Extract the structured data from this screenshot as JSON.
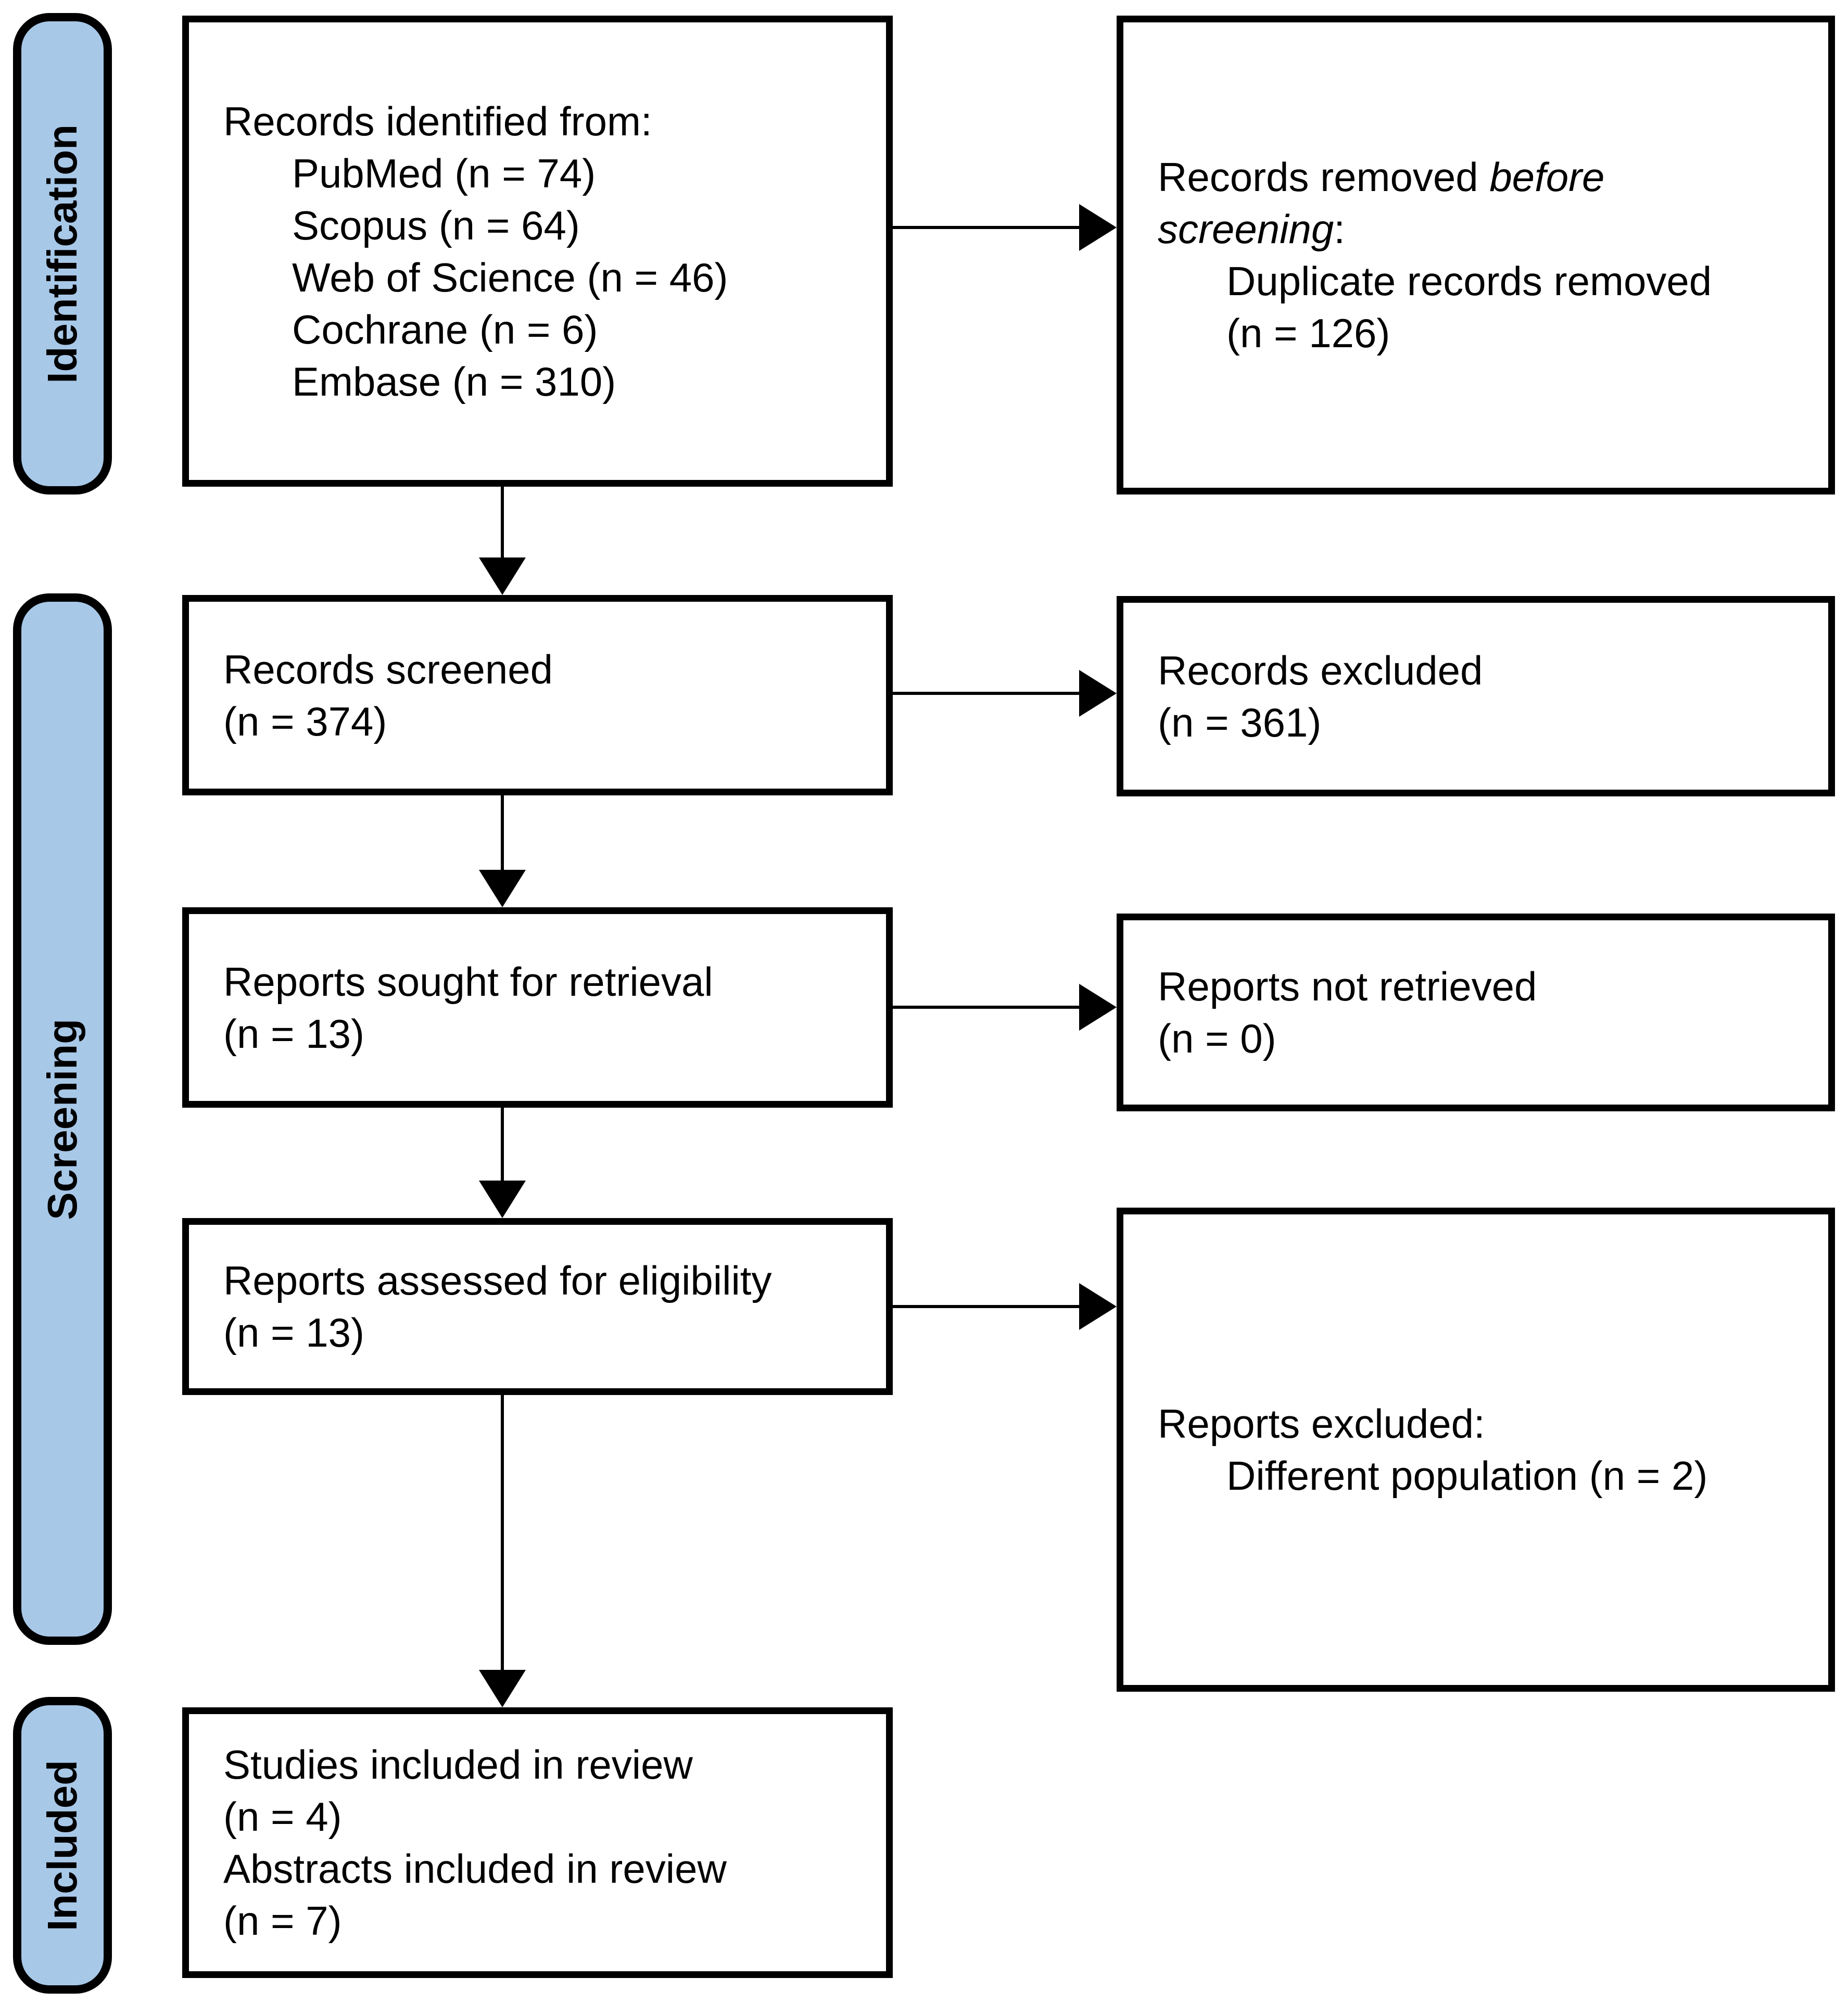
{
  "colors": {
    "stage_fill": "#A8C8E8",
    "outline": "#000000",
    "box_fill": "#FFFFFF",
    "text": "#000000"
  },
  "stages": [
    {
      "label": "Identification"
    },
    {
      "label": "Screening"
    },
    {
      "label": "Included"
    }
  ],
  "boxes": {
    "identified": {
      "lines": [
        {
          "indent": false,
          "runs": [
            {
              "text": "Records identified from:",
              "italic": false
            }
          ]
        },
        {
          "indent": true,
          "runs": [
            {
              "text": "PubMed (n = 74)",
              "italic": false
            }
          ]
        },
        {
          "indent": true,
          "runs": [
            {
              "text": "Scopus (n = 64)",
              "italic": false
            }
          ]
        },
        {
          "indent": true,
          "runs": [
            {
              "text": "Web of Science (n = 46)",
              "italic": false
            }
          ]
        },
        {
          "indent": true,
          "runs": [
            {
              "text": "Cochrane (n = 6)",
              "italic": false
            }
          ]
        },
        {
          "indent": true,
          "runs": [
            {
              "text": "Embase (n = 310)",
              "italic": false
            }
          ]
        }
      ]
    },
    "removed": {
      "lines": [
        {
          "indent": false,
          "runs": [
            {
              "text": "Records removed ",
              "italic": false
            },
            {
              "text": "before",
              "italic": true
            }
          ]
        },
        {
          "indent": false,
          "runs": [
            {
              "text": "screening",
              "italic": true
            },
            {
              "text": ":",
              "italic": false
            }
          ]
        },
        {
          "indent": true,
          "runs": [
            {
              "text": "Duplicate records removed",
              "italic": false
            }
          ]
        },
        {
          "indent": true,
          "runs": [
            {
              "text": "(n = 126)",
              "italic": false
            }
          ]
        }
      ]
    },
    "screened": {
      "lines": [
        {
          "indent": false,
          "runs": [
            {
              "text": "Records screened",
              "italic": false
            }
          ]
        },
        {
          "indent": false,
          "runs": [
            {
              "text": "(n = 374)",
              "italic": false
            }
          ]
        }
      ]
    },
    "records_excluded": {
      "lines": [
        {
          "indent": false,
          "runs": [
            {
              "text": "Records excluded",
              "italic": false
            }
          ]
        },
        {
          "indent": false,
          "runs": [
            {
              "text": "(n = 361)",
              "italic": false
            }
          ]
        }
      ]
    },
    "sought": {
      "lines": [
        {
          "indent": false,
          "runs": [
            {
              "text": "Reports sought for retrieval",
              "italic": false
            }
          ]
        },
        {
          "indent": false,
          "runs": [
            {
              "text": "(n = 13)",
              "italic": false
            }
          ]
        }
      ]
    },
    "not_retrieved": {
      "lines": [
        {
          "indent": false,
          "runs": [
            {
              "text": "Reports not retrieved",
              "italic": false
            }
          ]
        },
        {
          "indent": false,
          "runs": [
            {
              "text": "(n = 0)",
              "italic": false
            }
          ]
        }
      ]
    },
    "assessed": {
      "lines": [
        {
          "indent": false,
          "runs": [
            {
              "text": "Reports assessed for eligibility",
              "italic": false
            }
          ]
        },
        {
          "indent": false,
          "runs": [
            {
              "text": "(n = 13)",
              "italic": false
            }
          ]
        }
      ]
    },
    "reports_excluded": {
      "lines": [
        {
          "indent": false,
          "runs": [
            {
              "text": "Reports excluded:",
              "italic": false
            }
          ]
        },
        {
          "indent": true,
          "runs": [
            {
              "text": "Different population (n = 2)",
              "italic": false
            }
          ]
        }
      ]
    },
    "included": {
      "lines": [
        {
          "indent": false,
          "runs": [
            {
              "text": "Studies included in review",
              "italic": false
            }
          ]
        },
        {
          "indent": false,
          "runs": [
            {
              "text": "(n = 4)",
              "italic": false
            }
          ]
        },
        {
          "indent": false,
          "runs": [
            {
              "text": "Abstracts included in review",
              "italic": false
            }
          ]
        },
        {
          "indent": false,
          "runs": [
            {
              "text": "(n = 7)",
              "italic": false
            }
          ]
        }
      ]
    }
  }
}
